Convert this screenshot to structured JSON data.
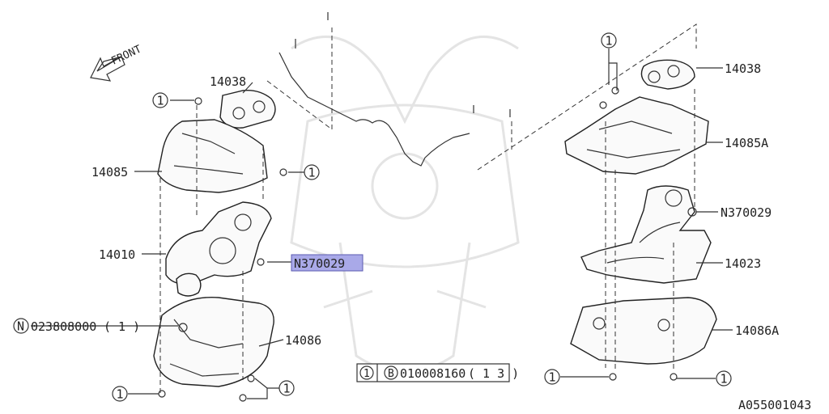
{
  "diagram": {
    "front_label": "FRONT",
    "callout_number": "1",
    "callout_letter_n": "N",
    "callout_letter_b": "B",
    "parts": {
      "p14038_left": "14038",
      "p14085": "14085",
      "p14010": "14010",
      "p023808000": "023808000",
      "p023808000_qty": "( 1 )",
      "p14086": "14086",
      "pN370029_left": "N370029",
      "p14038_right": "14038",
      "p14085A": "14085A",
      "pN370029_right": "N370029",
      "p14023": "14023",
      "p14086A": "14086A"
    },
    "legend": {
      "part_number": "010008160",
      "qty": "( 1 3 )"
    },
    "figure_id": "A055001043",
    "highlight_color": "#a9a9e8"
  }
}
